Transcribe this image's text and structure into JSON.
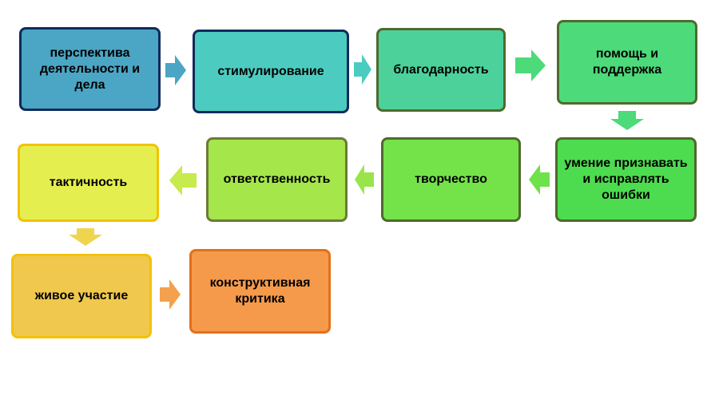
{
  "diagram": {
    "nodes": [
      {
        "id": "n1",
        "label": "перспектива деятельности и дела"
      },
      {
        "id": "n2",
        "label": "стимулирование"
      },
      {
        "id": "n3",
        "label": "благодарность"
      },
      {
        "id": "n4",
        "label": "помощь и поддержка"
      },
      {
        "id": "n5",
        "label": "умение признавать и исправлять ошибки"
      },
      {
        "id": "n6",
        "label": "творчество"
      },
      {
        "id": "n7",
        "label": "ответственность"
      },
      {
        "id": "n8",
        "label": "тактичность"
      },
      {
        "id": "n9",
        "label": "живое участие"
      },
      {
        "id": "n10",
        "label": "конструктивная критика"
      }
    ],
    "edges": [
      {
        "from": "n1",
        "to": "n2",
        "direction": "right",
        "color": "#4aa6c4"
      },
      {
        "from": "n2",
        "to": "n3",
        "direction": "right",
        "color": "#4cccc0"
      },
      {
        "from": "n3",
        "to": "n4",
        "direction": "right",
        "color": "#4cd19b"
      },
      {
        "from": "n4",
        "to": "n5",
        "direction": "down",
        "color": "#4cda7a"
      },
      {
        "from": "n5",
        "to": "n6",
        "direction": "left",
        "color": "#6ee24a"
      },
      {
        "from": "n6",
        "to": "n7",
        "direction": "left",
        "color": "#9ae44b"
      },
      {
        "from": "n7",
        "to": "n8",
        "direction": "left",
        "color": "#c7ea4d"
      },
      {
        "from": "n8",
        "to": "n9",
        "direction": "down",
        "color": "#efd54e"
      },
      {
        "from": "n9",
        "to": "n10",
        "direction": "right",
        "color": "#f3a14e"
      }
    ]
  }
}
